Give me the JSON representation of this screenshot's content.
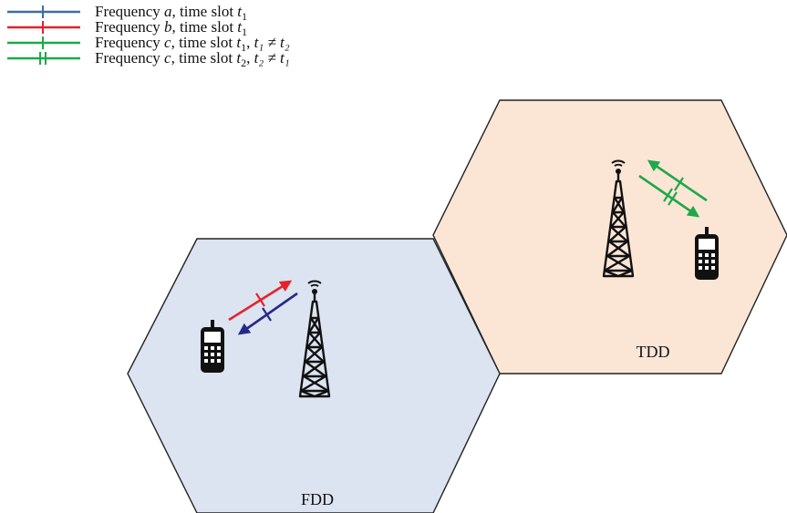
{
  "legend": {
    "items": [
      {
        "word": "Frequency",
        "freq": "a",
        "slot_word": "time slot",
        "slot": "t",
        "slot_sub": "1",
        "extra": "",
        "color": "#3a6ea5",
        "marker": "single"
      },
      {
        "word": "Frequency",
        "freq": "b",
        "slot_word": "time slot",
        "slot": "t",
        "slot_sub": "1",
        "extra": "",
        "color": "#e8202a",
        "marker": "single"
      },
      {
        "word": "Frequency",
        "freq": "c",
        "slot_word": "time slot",
        "slot": "t",
        "slot_sub": "1",
        "extra": "t₁ ≠ t₂",
        "color": "#1ea84a",
        "marker": "single"
      },
      {
        "word": "Frequency",
        "freq": "c",
        "slot_word": "time slot",
        "slot": "t",
        "slot_sub": "2",
        "extra": "t₂ ≠ t₁",
        "color": "#1ea84a",
        "marker": "double"
      }
    ]
  },
  "cells": {
    "fdd": {
      "label": "FDD",
      "fill": "#dbe4f0"
    },
    "tdd": {
      "label": "TDD",
      "fill": "#fbe6d6"
    }
  },
  "colors": {
    "outline": "#222222",
    "link_red": "#e8202a",
    "link_blue": "#27288a",
    "link_green": "#1ea84a",
    "device": "#111111"
  },
  "icons": [
    "tower-icon",
    "phone-icon",
    "arrow-icon"
  ]
}
